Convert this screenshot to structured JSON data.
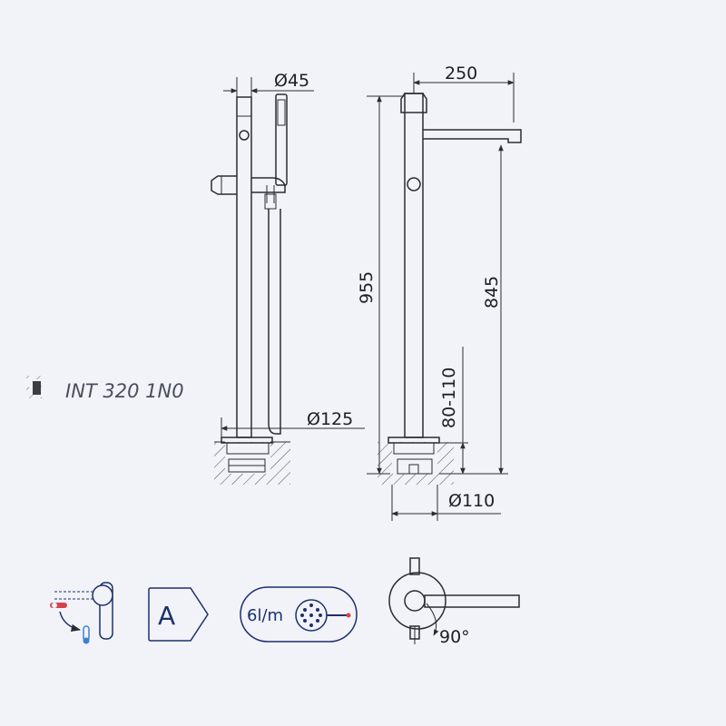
{
  "product": {
    "code": "INT 320 1N0"
  },
  "dimensions": {
    "head_diameter": "Ø45",
    "spout_reach": "250",
    "total_height": "955",
    "spout_height": "845",
    "install_depth": "80-110",
    "base_diameter": "Ø125",
    "flange_diameter": "Ø110",
    "rotation": "90°"
  },
  "badges": {
    "energy_class": "A",
    "flow_rate": "6l/m"
  },
  "colors": {
    "line": "#2a2d33",
    "icon_navy": "#1e2f6e",
    "hot": "#d9414b",
    "cold": "#3f7fd1",
    "code_text": "#4a4f5c"
  },
  "icons": {
    "in_wall": "concealed-box-icon",
    "mixer": "hot-cold-mixer-icon",
    "flow": "shower-head-icon"
  }
}
